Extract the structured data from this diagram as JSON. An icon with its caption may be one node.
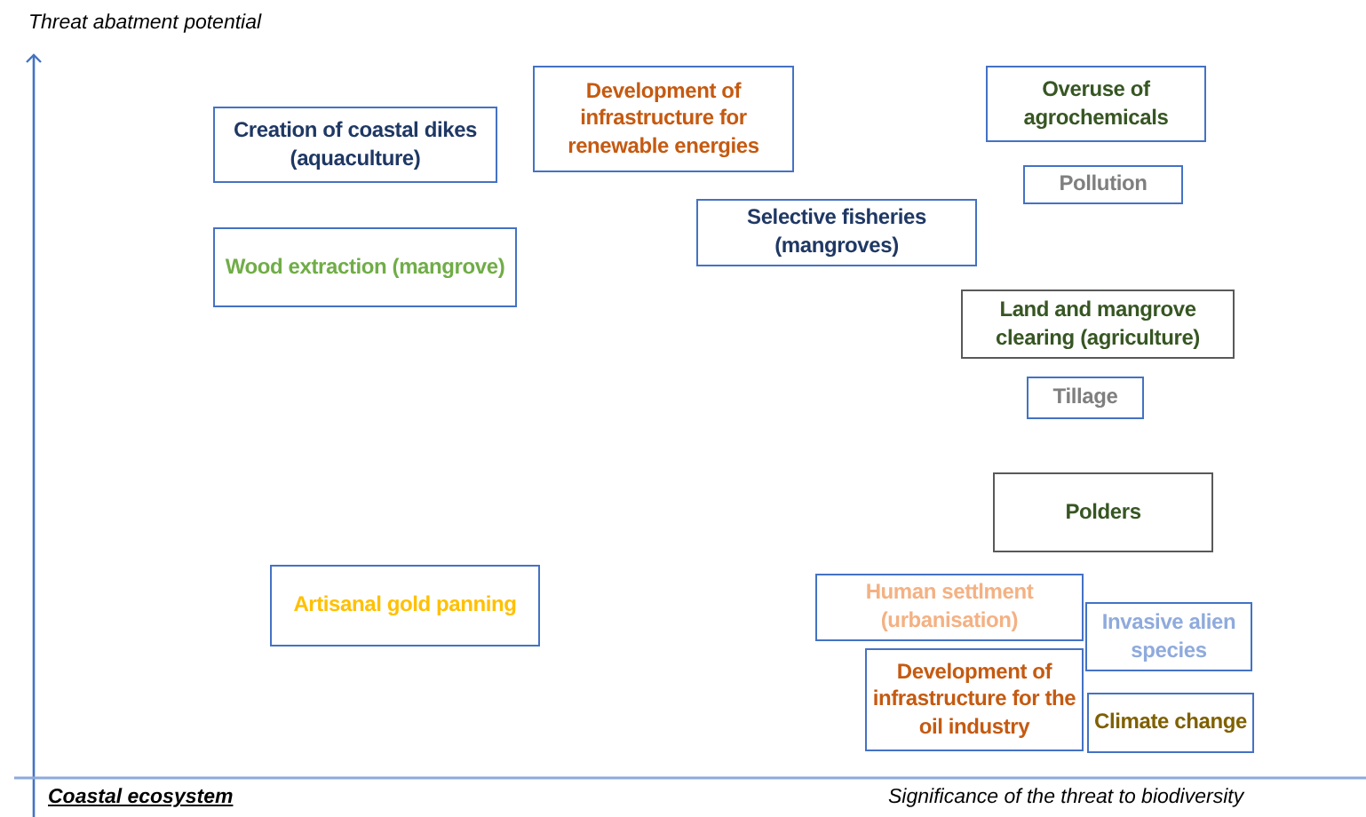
{
  "diagram": {
    "nodes": [
      {
        "text": [
          "Creation of coastal dikes (aquaculture)"
        ]
      },
      {
        "text": [
          "Development of infrastructure for renewable energies"
        ]
      },
      {
        "text": [
          "Overuse of agrochemicals"
        ]
      },
      {
        "text": [
          "Pollution"
        ]
      },
      {
        "text": [
          "Wood extraction (mangrove)"
        ]
      },
      {
        "text": [
          "Selective fisheries (mangroves)"
        ]
      },
      {
        "text": [
          "Land and mangrove clearing (agriculture)"
        ]
      },
      {
        "text": [
          "Tillage"
        ]
      },
      {
        "text": [
          "Polders"
        ]
      },
      {
        "text": [
          "Artisanal gold panning"
        ]
      },
      {
        "text": [
          "Human settlment (urbanisation)"
        ]
      },
      {
        "text": [
          "Invasive alien species"
        ]
      },
      {
        "text": [
          "Development of infrastructure for the oil industry"
        ]
      },
      {
        "text": [
          "Climate change"
        ]
      }
    ],
    "labels": [
      "Threat abatment potential",
      "Coastal ecosystem",
      "Significance of the threat to biodiversity"
    ]
  }
}
